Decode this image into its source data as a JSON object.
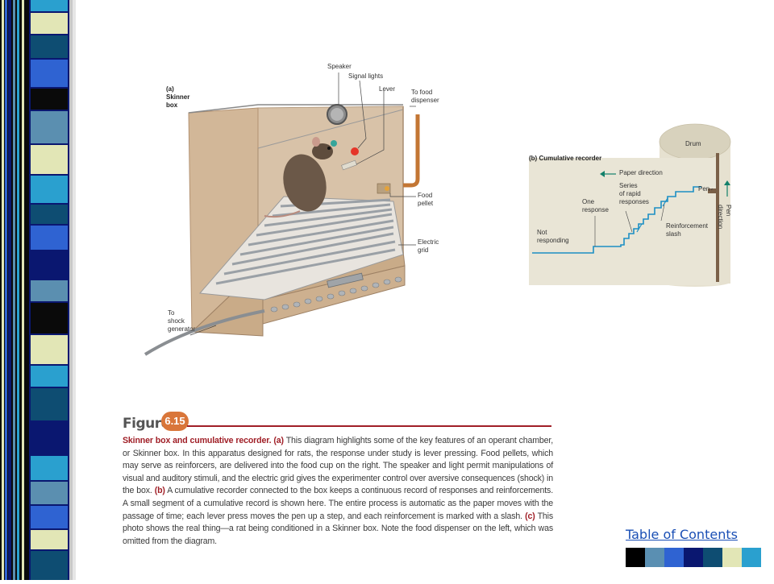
{
  "stripe": {
    "colors": {
      "black": "#0a0a0a",
      "navy": "#0a1770",
      "blue": "#2f63d2",
      "teal": "#2aa0cf",
      "steel": "#5b8fb0",
      "cream": "#e2e6b6",
      "dark_teal": "#0e4d72"
    }
  },
  "figure_a": {
    "tag": "(a)\nSkinner\nbox",
    "labels": {
      "speaker": "Speaker",
      "signal_lights": "Signal lights",
      "lever": "Lever",
      "food_dispenser": "To food\ndispenser",
      "food_pellet": "Food\npellet",
      "electric_grid": "Electric\ngrid",
      "shock_generator": "To\nshock\ngenerator"
    }
  },
  "figure_b": {
    "title": "(b) Cumulative recorder",
    "labels": {
      "drum": "Drum",
      "paper_direction": "Paper direction",
      "pen": "Pen",
      "pen_direction": "Pen direction",
      "series": "Series\nof rapid\nresponses",
      "one_response": "One\nresponse",
      "reinforcement": "Reinforcement\nslash",
      "not_responding": "Not\nresponding"
    }
  },
  "caption": {
    "figure_word": "Figure",
    "figure_number": "6.15",
    "title": "Skinner box and cumulative recorder.",
    "part_a": "(a)",
    "text_1": " This diagram highlights some of the key features of an operant chamber, or Skinner box. In this apparatus designed for rats, the response under study is lever pressing. Food pellets, which may serve as reinforcers, are delivered into the food cup on the right. The speaker and light permit manipulations of visual and auditory stimuli, and the electric grid gives the experimenter control over aversive consequences (shock) in the box. ",
    "part_b": "(b)",
    "text_2": " A cumulative recorder connected to the box keeps a continuous record of responses and reinforcements. A small segment of a cumulative record is shown here. The entire process is automatic as the paper moves with the passage of time; each lever press moves the pen up a step, and each reinforcement is marked with a slash. ",
    "part_c": "(c)",
    "text_3": " This photo shows the real thing—a rat being conditioned in a Skinner box. Note the food dispenser on the left, which was omitted from the diagram."
  },
  "nav": {
    "toc_label": "Table of Contents",
    "squares": [
      "#000000",
      "#5a8fb2",
      "#2f63d2",
      "#0a1770",
      "#0e4d72",
      "#e2e6b6",
      "#2aa0cf"
    ]
  }
}
